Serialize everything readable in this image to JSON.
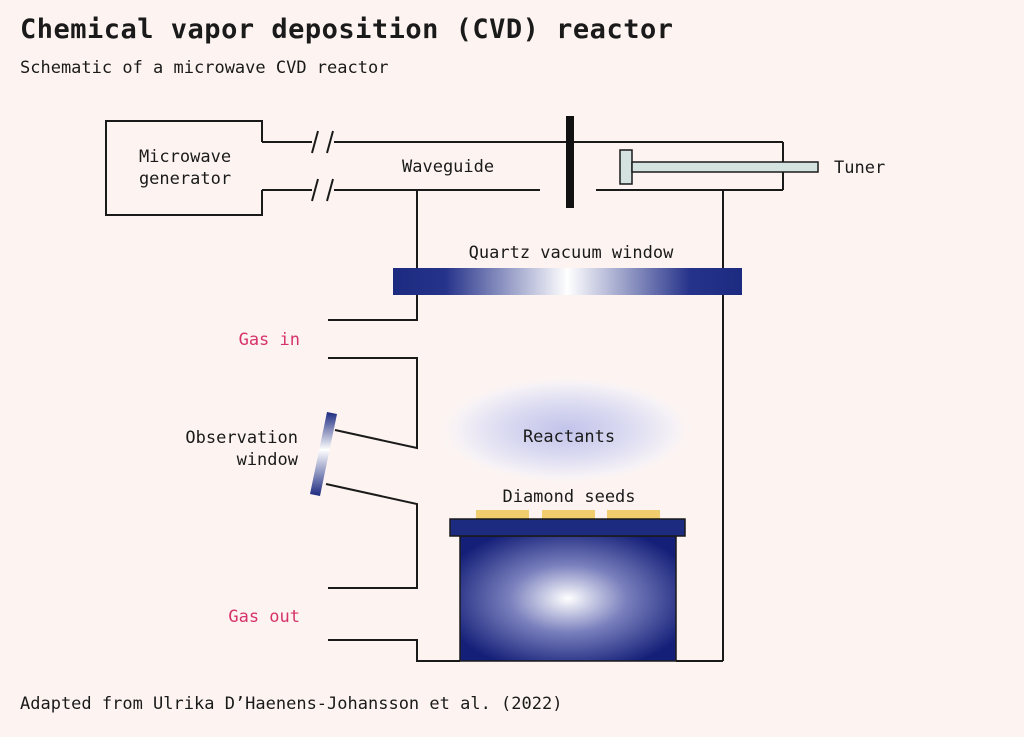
{
  "title": "Chemical vapor deposition (CVD) reactor",
  "subtitle": "Schematic of a microwave CVD reactor",
  "source": "Adapted from Ulrika D’Haenens-Johansson et al. (2022)",
  "labels": {
    "generator_line1": "Microwave",
    "generator_line2": "generator",
    "waveguide": "Waveguide",
    "tuner": "Tuner",
    "quartz_window": "Quartz vacuum window",
    "gas_in": "Gas in",
    "observation_line1": "Observation",
    "observation_line2": "window",
    "reactants": "Reactants",
    "diamond_seeds": "Diamond seeds",
    "gas_out": "Gas out"
  },
  "colors": {
    "background": "#fdf4f1",
    "navy": "#1c2a80",
    "gas_label": "#d6336c",
    "seed": "#f2cd6e",
    "tuner_fill": "#d4e3df",
    "reactant_core": "#c9c9ec"
  }
}
